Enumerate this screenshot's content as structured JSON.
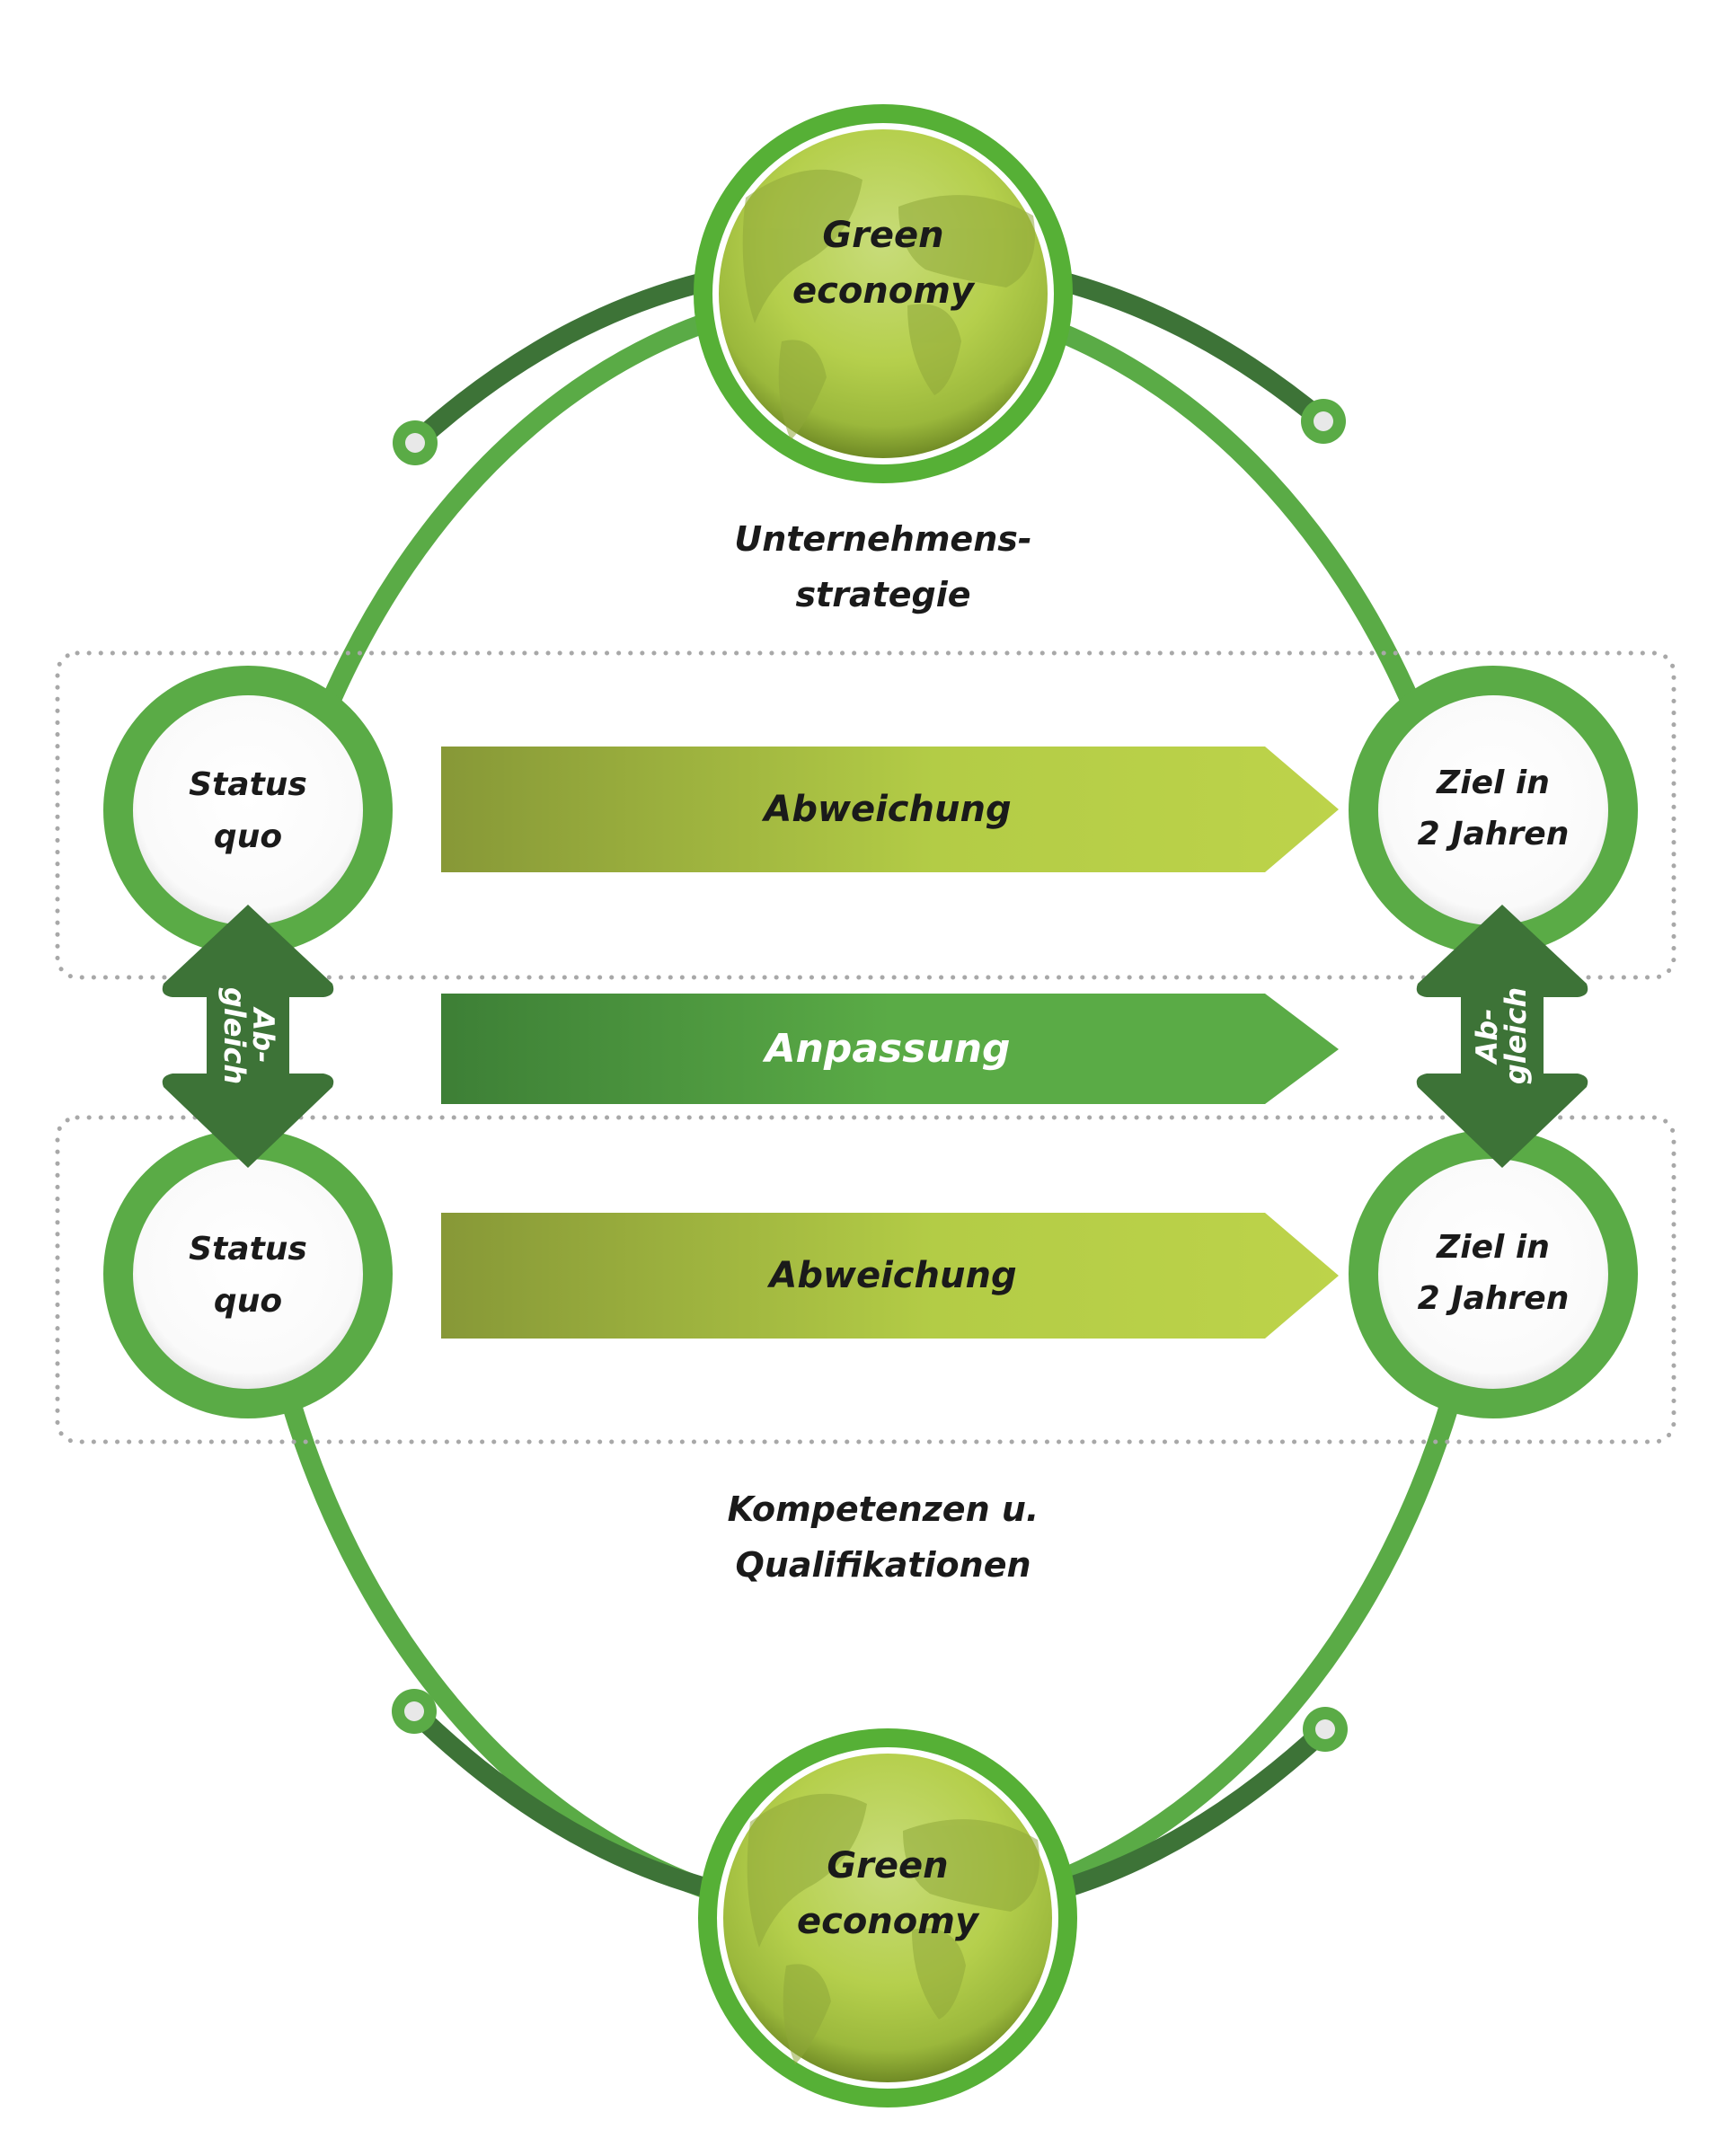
{
  "colors": {
    "ring_light": "#5aab46",
    "ring_dark": "#3d7337",
    "globe_outer": "#56b036",
    "globe_light": "#c8dc7a",
    "globe_dark": "#7f9a2c",
    "banner_olive_start": "#879837",
    "banner_olive_end": "#bdd34a",
    "banner_green_start": "#3d7f36",
    "banner_green_end": "#5aab46",
    "arrow_dark": "#3d7337",
    "dotted_border": "#a8a8a8",
    "text_dark": "#1a1a1a",
    "text_light": "#ffffff"
  },
  "top_globe": {
    "line1": "Green",
    "line2": "economy"
  },
  "bottom_globe": {
    "line1": "Green",
    "line2": "economy"
  },
  "top_label": {
    "line1": "Unternehmens-",
    "line2": "strategie"
  },
  "bottom_label": {
    "line1": "Kompetenzen u.",
    "line2": "Qualifikationen"
  },
  "upper_row": {
    "left": {
      "line1": "Status",
      "line2": "quo"
    },
    "banner": "Abweichung",
    "right": {
      "line1": "Ziel in",
      "line2": "2 Jahren"
    }
  },
  "middle_banner": "Anpassung",
  "lower_row": {
    "left": {
      "line1": "Status",
      "line2": "quo"
    },
    "banner": "Abweichung",
    "right": {
      "line1": "Ziel in",
      "line2": "2 Jahren"
    }
  },
  "left_arrow": {
    "line1": "Ab-",
    "line2": "gleich"
  },
  "right_arrow": {
    "line1": "Ab-",
    "line2": "gleich"
  }
}
